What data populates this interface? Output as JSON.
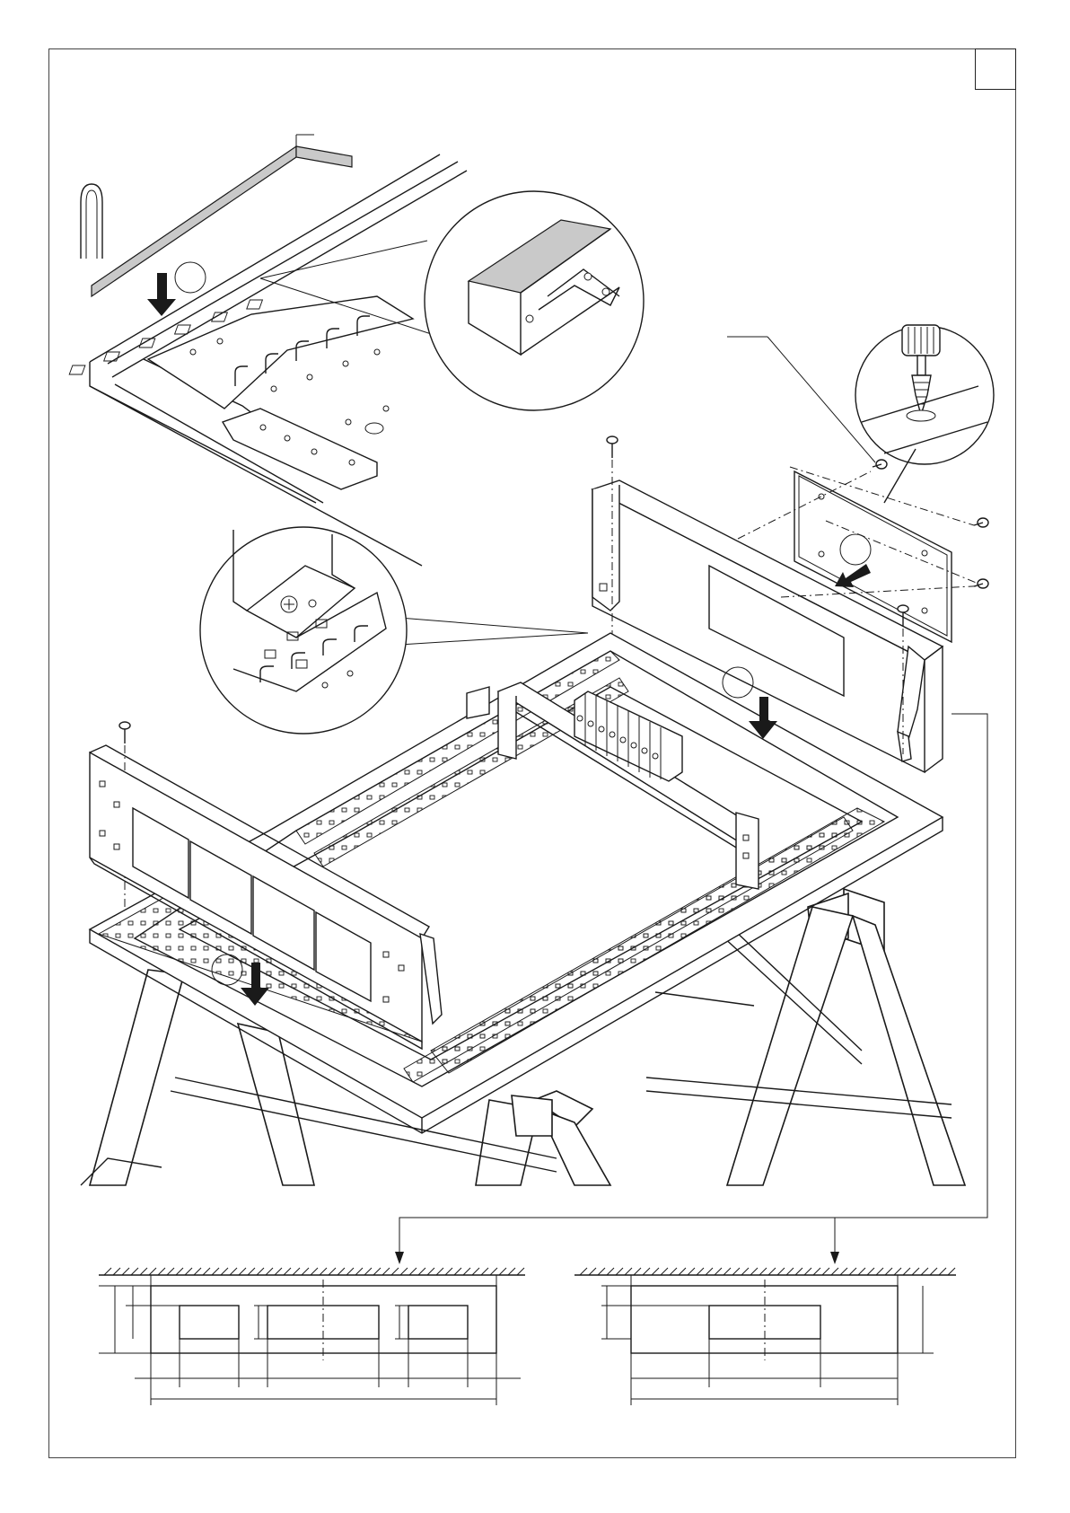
{
  "figure": {
    "kind": "assembly-instruction-diagram",
    "step_box_label": "",
    "callout_count": 4,
    "cutout_layouts": [
      {
        "panel": "front-cover-3-cutouts",
        "cutouts": 3
      },
      {
        "panel": "rear-cover-1-cutout",
        "cutouts": 1
      }
    ],
    "colors": {
      "line": "#1a1a1a",
      "seal_strip": "#c9c9c9",
      "background": "#ffffff"
    }
  }
}
